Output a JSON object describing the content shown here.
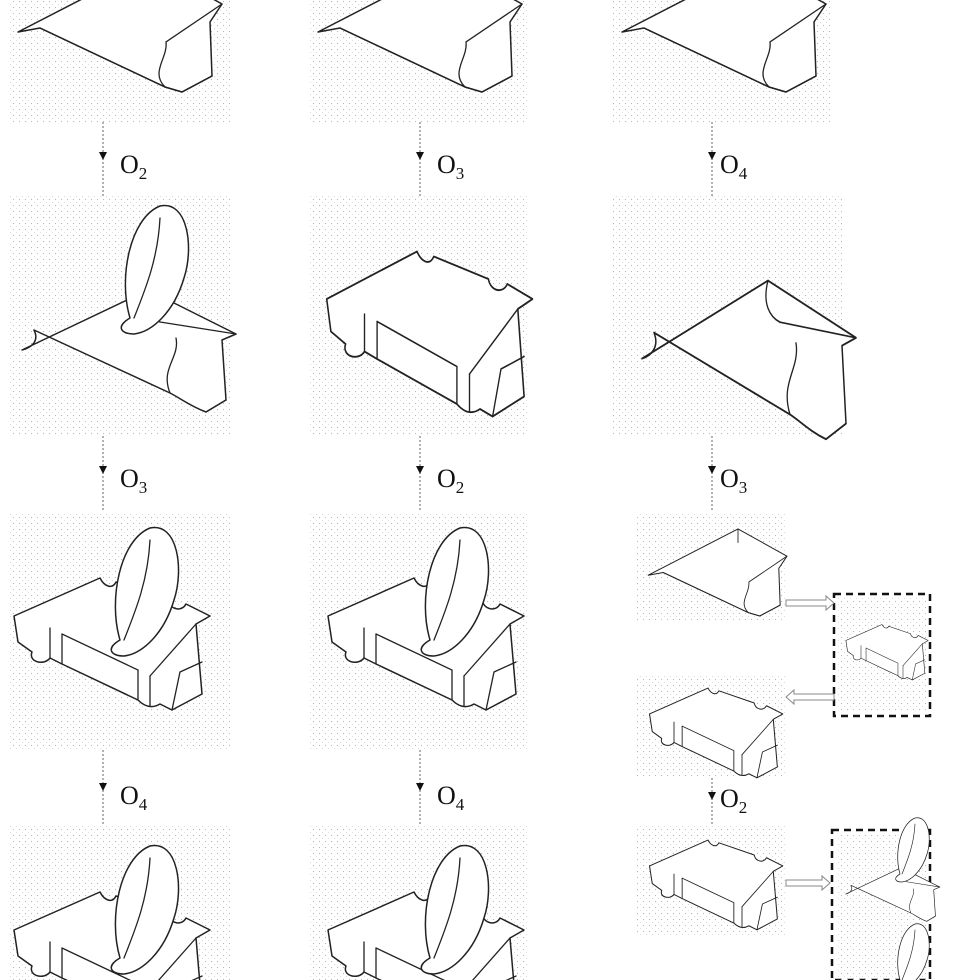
{
  "operations": {
    "col1": [
      "O2",
      "O3",
      "O4"
    ],
    "col2": [
      "O3",
      "O2",
      "O4"
    ],
    "col3": [
      "O4",
      "O3",
      "O2"
    ]
  }
}
